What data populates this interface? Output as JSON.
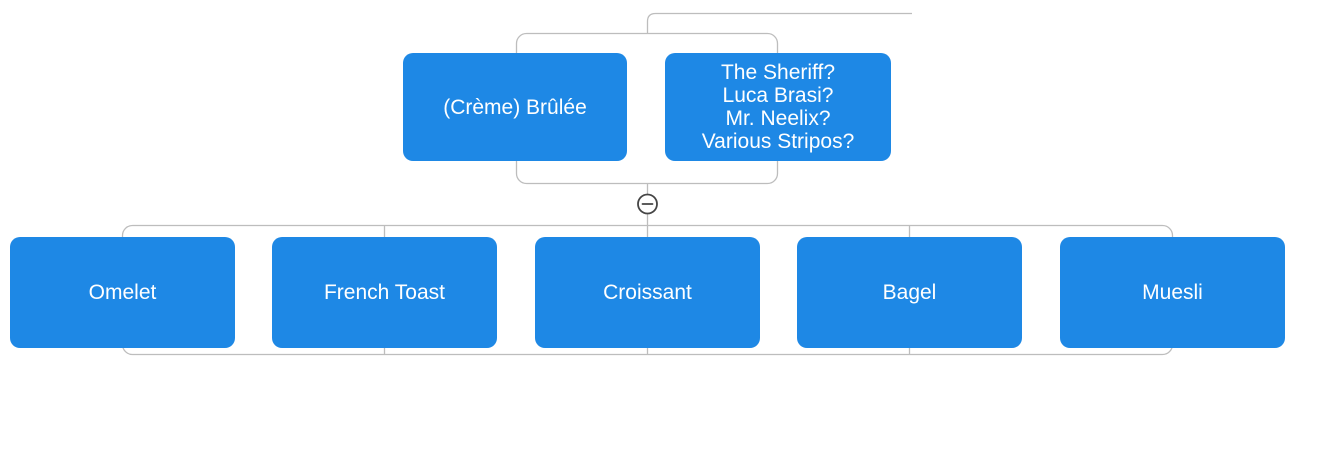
{
  "colors": {
    "node_fill": "#1e88e5",
    "node_text": "#ffffff",
    "connector_line": "#bdbdbd",
    "collapse_toggle_stroke": "#454545",
    "canvas_background": "#ffffff"
  },
  "map": {
    "top_nodes": [
      {
        "label": "(Crème) Brûlée"
      },
      {
        "lines": [
          "The Sheriff?",
          "Luca Brasi?",
          "Mr. Neelix?",
          "Various Stripos?"
        ]
      }
    ],
    "child_nodes": [
      {
        "label": "Omelet"
      },
      {
        "label": "French Toast"
      },
      {
        "label": "Croissant"
      },
      {
        "label": "Bagel"
      },
      {
        "label": "Muesli"
      }
    ],
    "collapse_toggle": {
      "glyph": "−"
    }
  }
}
